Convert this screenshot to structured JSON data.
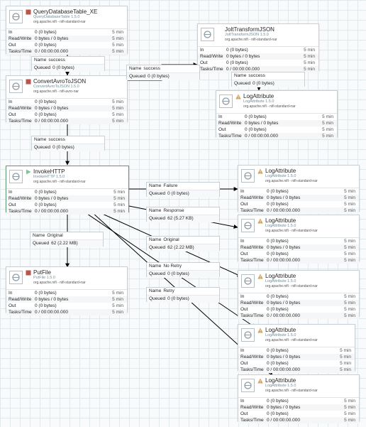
{
  "colors": {
    "stopped": "#ba554a",
    "running": "#7dc7a0",
    "warning": "#cf9f5d",
    "selected_border": "#5f9a74",
    "connection": "#000000"
  },
  "processors": {
    "qdt": {
      "status": "stopped",
      "name": "QueryDatabaseTable_XE",
      "type": "QueryDatabaseTable 1.5.0",
      "bundle": "org.apache.nifi - nifi-standard-nar",
      "stats": [
        {
          "label": "In",
          "value": "0 (0 bytes)",
          "time": "5 min"
        },
        {
          "label": "Read/Write",
          "value": "0 bytes / 0 bytes",
          "time": "5 min"
        },
        {
          "label": "Out",
          "value": "0 (0 bytes)",
          "time": "5 min"
        },
        {
          "label": "Tasks/Time",
          "value": "0 / 00:00:00.000",
          "time": "5 min"
        }
      ]
    },
    "avro": {
      "status": "stopped",
      "name": "ConvertAvroToJSON",
      "type": "ConvertAvroToJSON 1.5.0",
      "bundle": "org.apache.nifi - nifi-avro-nar",
      "stats": [
        {
          "label": "In",
          "value": "0 (0 bytes)",
          "time": "5 min"
        },
        {
          "label": "Read/Write",
          "value": "0 bytes / 0 bytes",
          "time": "5 min"
        },
        {
          "label": "Out",
          "value": "0 (0 bytes)",
          "time": "5 min"
        },
        {
          "label": "Tasks/Time",
          "value": "0 / 00:00:00.000",
          "time": "5 min"
        }
      ]
    },
    "jolt": {
      "status": "none",
      "name": "JoltTransformJSON",
      "type": "JoltTransformJSON 1.5.0",
      "bundle": "org.apache.nifi - nifi-standard-nar",
      "stats": [
        {
          "label": "In",
          "value": "0 (0 bytes)",
          "time": "5 min"
        },
        {
          "label": "Read/Write",
          "value": "0 bytes / 0 bytes",
          "time": "5 min"
        },
        {
          "label": "Out",
          "value": "0 (0 bytes)",
          "time": "5 min"
        },
        {
          "label": "Tasks/Time",
          "value": "0 / 00:00:00.000",
          "time": "5 min"
        }
      ]
    },
    "log1": {
      "status": "warning",
      "name": "LogAttribute",
      "type": "LogAttribute 1.5.0",
      "bundle": "org.apache.nifi - nifi-standard-nar",
      "stats": [
        {
          "label": "In",
          "value": "0 (0 bytes)",
          "time": "5 min"
        },
        {
          "label": "Read/Write",
          "value": "0 bytes / 0 bytes",
          "time": "5 min"
        },
        {
          "label": "Out",
          "value": "0 (0 bytes)",
          "time": "5 min"
        },
        {
          "label": "Tasks/Time",
          "value": "0 / 00:00:00.000",
          "time": "5 min"
        }
      ]
    },
    "http": {
      "status": "running",
      "name": "InvokeHTTP",
      "type": "InvokeHTTP 1.5.0",
      "bundle": "org.apache.nifi - nifi-standard-nar",
      "stats": [
        {
          "label": "In",
          "value": "0 (0 bytes)",
          "time": "5 min"
        },
        {
          "label": "Read/Write",
          "value": "0 bytes / 0 bytes",
          "time": "5 min"
        },
        {
          "label": "Out",
          "value": "0 (0 bytes)",
          "time": "5 min"
        },
        {
          "label": "Tasks/Time",
          "value": "0 / 00:00:00.000",
          "time": "5 min"
        }
      ]
    },
    "log2": {
      "status": "warning",
      "name": "LogAttribute",
      "type": "LogAttribute 1.5.0",
      "bundle": "org.apache.nifi - nifi-standard-nar",
      "stats": [
        {
          "label": "In",
          "value": "0 (0 bytes)",
          "time": "5 min"
        },
        {
          "label": "Read/Write",
          "value": "0 bytes / 0 bytes",
          "time": "5 min"
        },
        {
          "label": "Out",
          "value": "0 (0 bytes)",
          "time": "5 min"
        },
        {
          "label": "Tasks/Time",
          "value": "0 / 00:00:00.000",
          "time": "5 min"
        }
      ]
    },
    "log3": {
      "status": "warning",
      "name": "LogAttribute",
      "type": "LogAttribute 1.5.0",
      "bundle": "org.apache.nifi - nifi-standard-nar",
      "stats": [
        {
          "label": "In",
          "value": "0 (0 bytes)",
          "time": "5 min"
        },
        {
          "label": "Read/Write",
          "value": "0 bytes / 0 bytes",
          "time": "5 min"
        },
        {
          "label": "Out",
          "value": "0 (0 bytes)",
          "time": "5 min"
        },
        {
          "label": "Tasks/Time",
          "value": "0 / 00:00:00.000",
          "time": "5 min"
        }
      ]
    },
    "putfile": {
      "status": "stopped",
      "name": "PutFile",
      "type": "PutFile 1.5.0",
      "bundle": "org.apache.nifi - nifi-standard-nar",
      "stats": [
        {
          "label": "In",
          "value": "0 (0 bytes)",
          "time": "5 min"
        },
        {
          "label": "Read/Write",
          "value": "0 bytes / 0 bytes",
          "time": "5 min"
        },
        {
          "label": "Out",
          "value": "0 (0 bytes)",
          "time": "5 min"
        },
        {
          "label": "Tasks/Time",
          "value": "0 / 00:00:00.000",
          "time": "5 min"
        }
      ]
    },
    "log4": {
      "status": "warning",
      "name": "LogAttribute",
      "type": "LogAttribute 1.5.0",
      "bundle": "org.apache.nifi - nifi-standard-nar",
      "stats": [
        {
          "label": "In",
          "value": "0 (0 bytes)",
          "time": "5 min"
        },
        {
          "label": "Read/Write",
          "value": "0 bytes / 0 bytes",
          "time": "5 min"
        },
        {
          "label": "Out",
          "value": "0 (0 bytes)",
          "time": "5 min"
        },
        {
          "label": "Tasks/Time",
          "value": "0 / 00:00:00.000",
          "time": "5 min"
        }
      ]
    },
    "log5": {
      "status": "warning",
      "name": "LogAttribute",
      "type": "LogAttribute 1.5.0",
      "bundle": "org.apache.nifi - nifi-standard-nar",
      "stats": [
        {
          "label": "In",
          "value": "0 (0 bytes)",
          "time": "5 min"
        },
        {
          "label": "Read/Write",
          "value": "0 bytes / 0 bytes",
          "time": "5 min"
        },
        {
          "label": "Out",
          "value": "0 (0 bytes)",
          "time": "5 min"
        },
        {
          "label": "Tasks/Time",
          "value": "0 / 00:00:00.000",
          "time": "5 min"
        }
      ]
    },
    "log6": {
      "status": "warning",
      "name": "LogAttribute",
      "type": "LogAttribute 1.5.0",
      "bundle": "org.apache.nifi - nifi-standard-nar",
      "stats": [
        {
          "label": "In",
          "value": "0 (0 bytes)",
          "time": "5 min"
        },
        {
          "label": "Read/Write",
          "value": "0 bytes / 0 bytes",
          "time": "5 min"
        },
        {
          "label": "Out",
          "value": "0 (0 bytes)",
          "time": "5 min"
        },
        {
          "label": "Tasks/Time",
          "value": "0 / 00:00:00.000",
          "time": "5 min"
        }
      ]
    }
  },
  "connections": {
    "c1": {
      "name_label": "Name",
      "name": "success",
      "queued_label": "Queued",
      "queued": "0 (0 bytes)"
    },
    "c2": {
      "name_label": "Name",
      "name": "success",
      "queued_label": "Queued",
      "queued": "0 (0 bytes)"
    },
    "c3": {
      "name_label": "Name",
      "name": "success",
      "queued_label": "Queued",
      "queued": "0 (0 bytes)"
    },
    "c4": {
      "name_label": "Name",
      "name": "success",
      "queued_label": "Queued",
      "queued": "0 (0 bytes)"
    },
    "c5": {
      "name_label": "Name",
      "name": "Failure",
      "queued_label": "Queued",
      "queued": "0 (0 bytes)"
    },
    "c6": {
      "name_label": "Name",
      "name": "Response",
      "queued_label": "Queued",
      "queued": "62 (5.27 KB)"
    },
    "c7": {
      "name_label": "Name",
      "name": "Original",
      "queued_label": "Queued",
      "queued": "62 (2.22 MB)"
    },
    "c8": {
      "name_label": "Name",
      "name": "Original",
      "queued_label": "Queued",
      "queued": "62 (2.22 MB)"
    },
    "c9": {
      "name_label": "Name",
      "name": "No Retry",
      "queued_label": "Queued",
      "queued": "0 (0 bytes)"
    },
    "c10": {
      "name_label": "Name",
      "name": "Retry",
      "queued_label": "Queued",
      "queued": "0 (0 bytes)"
    }
  }
}
